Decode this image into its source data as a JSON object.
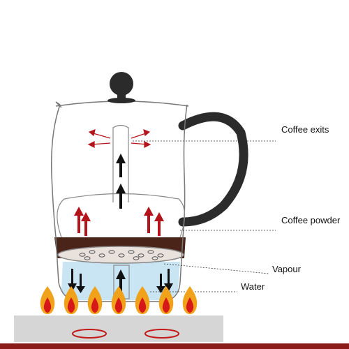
{
  "labels": {
    "coffee_exits": "Coffee exits",
    "coffee_powder": "Coffee powder",
    "vapour": "Vapour",
    "water": "Water"
  },
  "colors": {
    "outline": "#777777",
    "handle": "#2b2b2b",
    "coffee": "#4a2418",
    "water": "#bfe0f2",
    "arrow_red": "#b3141b",
    "arrow_black": "#111111",
    "flame_outer": "#f0a21a",
    "flame_inner": "#d61818",
    "stove": "#d6d6d6",
    "base_stripe": "#8b1a1a"
  },
  "icons": {
    "knob": "lid-knob-icon",
    "flame": "flame-icon",
    "arrow": "arrow-icon"
  }
}
